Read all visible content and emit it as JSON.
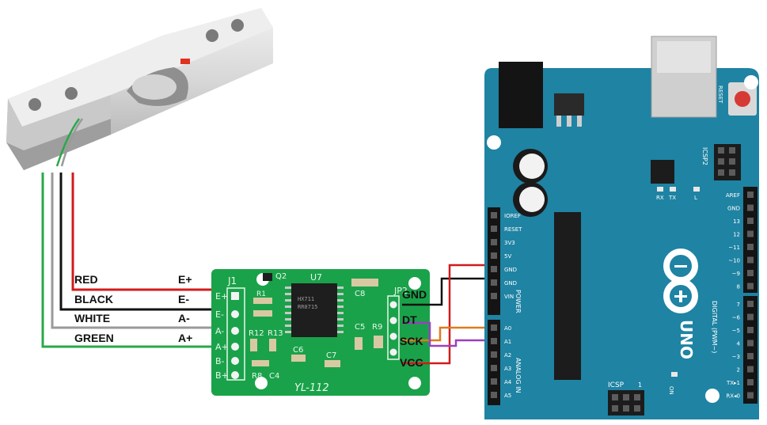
{
  "load_cell": {
    "wires": [
      {
        "color_name": "RED",
        "hx_pin": "E+",
        "color": "#d11b1b"
      },
      {
        "color_name": "BLACK",
        "hx_pin": "E-",
        "color": "#111111"
      },
      {
        "color_name": "WHITE",
        "hx_pin": "A-",
        "color": "#9a9a9a"
      },
      {
        "color_name": "GREEN",
        "hx_pin": "A+",
        "color": "#2aa84a"
      }
    ]
  },
  "hx711": {
    "board_label": "YL-112",
    "chip_label": "U7",
    "chip_markings": [
      "HX711",
      "RR0715"
    ],
    "header_j1": "J1",
    "header_jp2": "JP2",
    "j1_pins": [
      "E+",
      "E-",
      "A-",
      "A+",
      "B-",
      "B+"
    ],
    "components": [
      "Q2",
      "R1",
      "C8",
      "R9",
      "C5",
      "R12",
      "R13",
      "C6",
      "C7",
      "R8",
      "C4"
    ],
    "output_pins": [
      "GND",
      "DT",
      "SCK",
      "VCC"
    ],
    "board_color": "#1aa24a"
  },
  "connections": [
    {
      "from": "GND",
      "to": "GND",
      "color": "#111111"
    },
    {
      "from": "DT",
      "to": "A1",
      "color": "#9b3fbf"
    },
    {
      "from": "SCK",
      "to": "A0",
      "color": "#e07a1f"
    },
    {
      "from": "VCC",
      "to": "5V",
      "color": "#d11b1b"
    }
  ],
  "arduino": {
    "board_color": "#1f83a3",
    "logo_text": "UNO",
    "power_header_title": "POWER",
    "analog_header_title": "ANALOG IN",
    "digital_header_title": "DIGITAL (PWM~)",
    "power_pins": [
      "IOREF",
      "RESET",
      "3V3",
      "5V",
      "GND",
      "GND",
      "VIN"
    ],
    "analog_pins": [
      "A0",
      "A1",
      "A2",
      "A3",
      "A4",
      "A5"
    ],
    "digital_top_pins": [
      "AREF",
      "GND",
      "13",
      "12",
      "~11",
      "~10",
      "~9",
      "8"
    ],
    "digital_bottom_pins": [
      "7",
      "~6",
      "~5",
      "4",
      "~3",
      "2",
      "TX▸1",
      "RX◂0"
    ],
    "small_labels": {
      "icsp2": "ICSP2",
      "icsp": "ICSP",
      "reset": "RESET",
      "rx": "RX",
      "tx": "TX",
      "l": "L",
      "on": "ON",
      "icsp_one": "1"
    }
  }
}
